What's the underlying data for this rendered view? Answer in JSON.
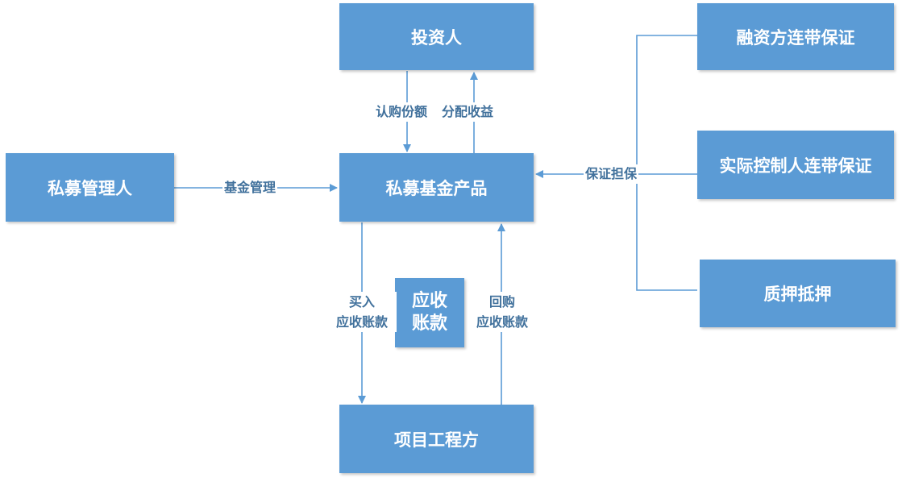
{
  "colors": {
    "box_fill": "#5b9bd5",
    "line": "#5b9bd5",
    "label_text": "#41719c",
    "box_text": "#ffffff"
  },
  "nodes": {
    "investor": "投资人",
    "manager": "私募管理人",
    "fund": "私募基金产品",
    "receivable_line1": "应收",
    "receivable_line2": "账款",
    "project": "项目工程方",
    "guarantee_financier": "融资方连带保证",
    "guarantee_controller": "实际控制人连带保证",
    "pledge_mortgage": "质押抵押"
  },
  "edges": {
    "subscribe": "认购份额",
    "distribute": "分配收益",
    "management": "基金管理",
    "guarantee": "保证担保",
    "buy_line1": "买入",
    "buy_line2": "应收账款",
    "repurchase_line1": "回购",
    "repurchase_line2": "应收账款"
  }
}
